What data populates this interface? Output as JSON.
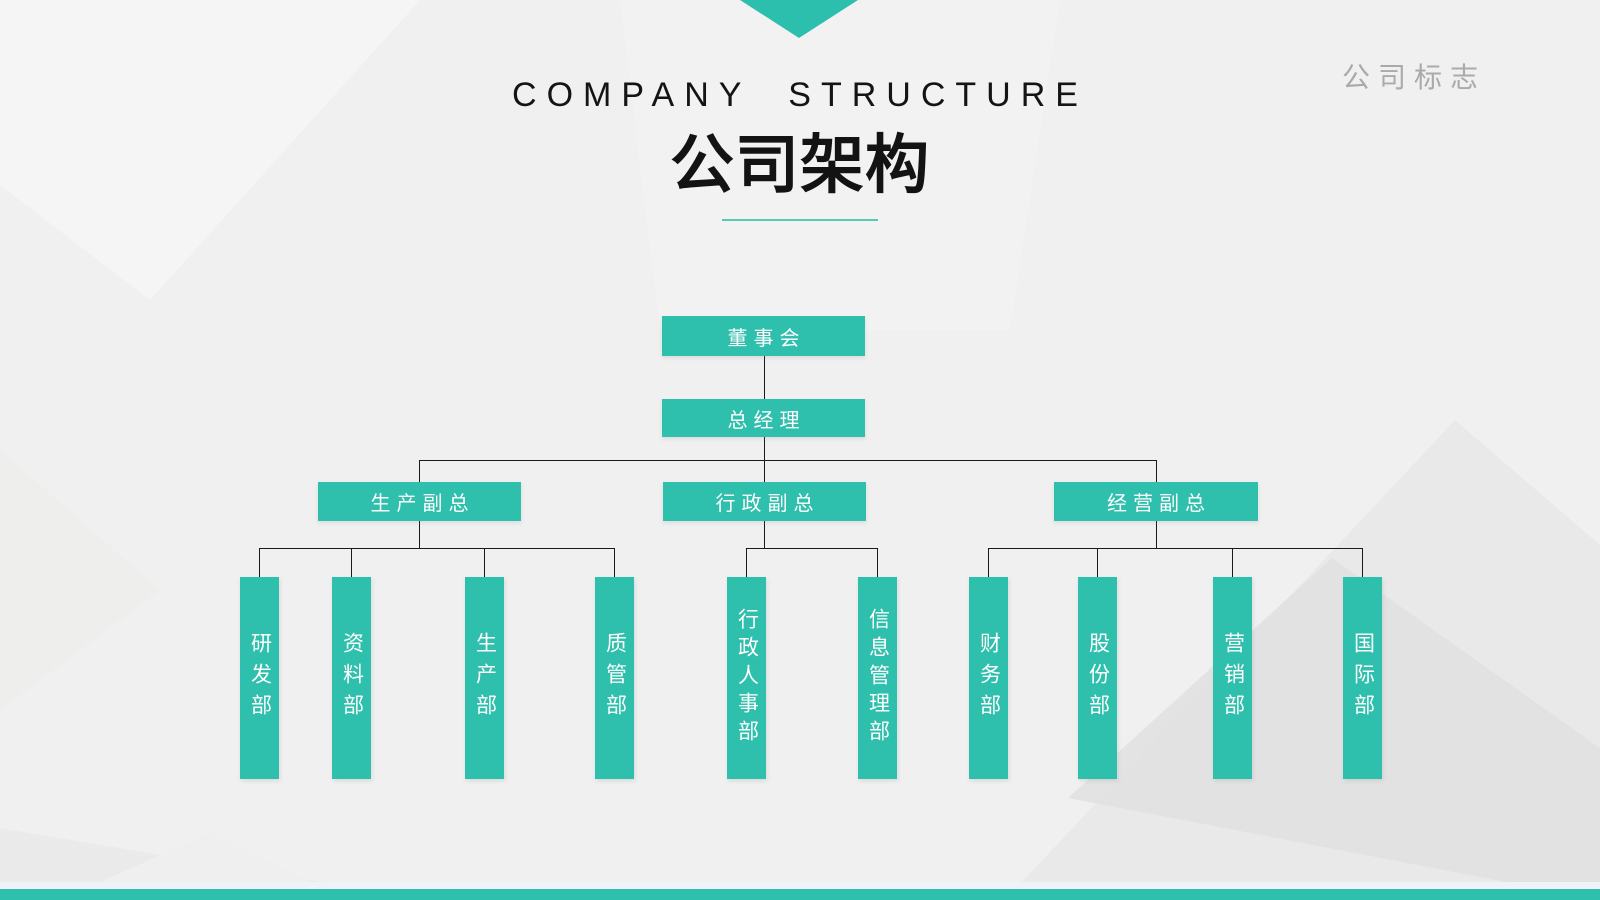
{
  "header": {
    "subtitle_en": "COMPANY STRUCTURE",
    "title": "公司架构",
    "logo_text": "公司标志"
  },
  "org": {
    "root": {
      "label": "董事会"
    },
    "manager": {
      "label": "总经理"
    },
    "branches": [
      {
        "label": "生产副总",
        "departments": [
          "研发部",
          "资料部",
          "生产部",
          "质管部"
        ]
      },
      {
        "label": "行政副总",
        "departments": [
          "行政人事部",
          "信息管理部"
        ]
      },
      {
        "label": "经营副总",
        "departments": [
          "财务部",
          "股份部",
          "营销部",
          "国际部"
        ]
      }
    ]
  },
  "colors": {
    "accent": "#2FBFAD",
    "connector": "#1B1B1B",
    "background": "#F1F0F0",
    "underline": "#58C8B8",
    "logo_gray": "#ACA9A9"
  }
}
